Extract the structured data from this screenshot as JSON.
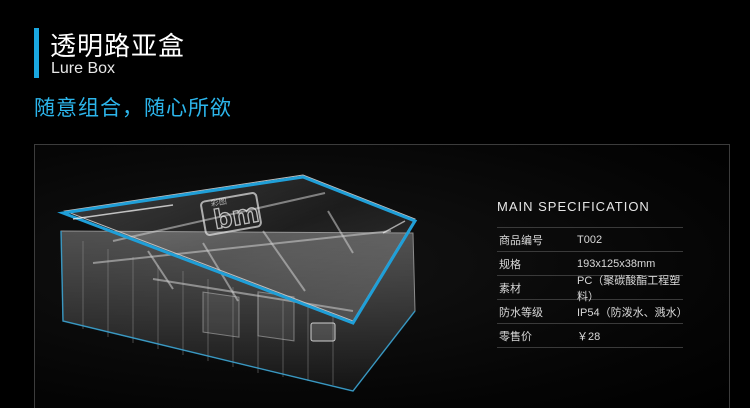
{
  "header": {
    "title_cn": "透明路亚盒",
    "title_en": "Lure Box",
    "slogan": "随意组合，随心所欲"
  },
  "product": {
    "logo_text": "bm",
    "embossed_text": "彩图"
  },
  "spec": {
    "heading": "MAIN SPECIFICATION",
    "rows": [
      {
        "label": "商品编号",
        "value": "T002"
      },
      {
        "label": "规格",
        "value": "193x125x38mm"
      },
      {
        "label": "素材",
        "value": "PC（聚碳酸酯工程塑料）"
      },
      {
        "label": "防水等级",
        "value": "IP54（防泼水、溅水）"
      },
      {
        "label": "零售价",
        "value": "￥28"
      }
    ]
  },
  "colors": {
    "accent": "#1aa7e0",
    "slogan": "#2cb6ec",
    "rim": "#1f9fd8"
  }
}
